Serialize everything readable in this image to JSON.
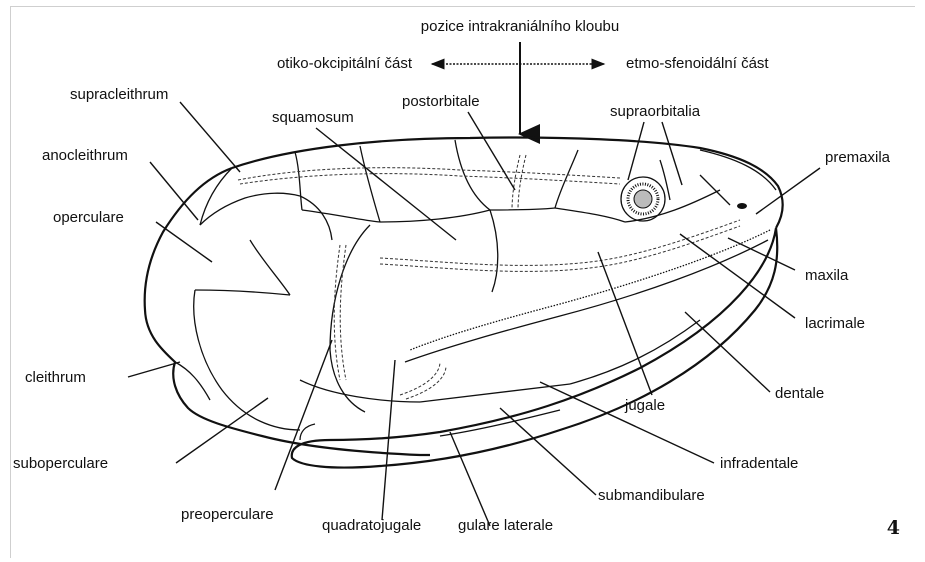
{
  "title": "pozice intrakraniálního kloubu",
  "left_region": "otiko-okcipitální část",
  "right_region": "etmo-sfenoidální část",
  "figure_number": "4",
  "labels": {
    "supracleithrum": "supracleithrum",
    "anocleithrum": "anocleithrum",
    "operculare": "operculare",
    "cleithrum": "cleithrum",
    "suboperculare": "suboperculare",
    "preoperculare": "preoperculare",
    "quadratojugale": "quadratojugale",
    "gulare_laterale": "gulare laterale",
    "submandibulare": "submandibulare",
    "infradentale": "infradentale",
    "jugale": "jugale",
    "dentale": "dentale",
    "lacrimale": "lacrimale",
    "maxila": "maxila",
    "premaxila": "premaxila",
    "supraorbitalia": "supraorbitalia",
    "postorbitale": "postorbitale",
    "squamosum": "squamosum"
  }
}
